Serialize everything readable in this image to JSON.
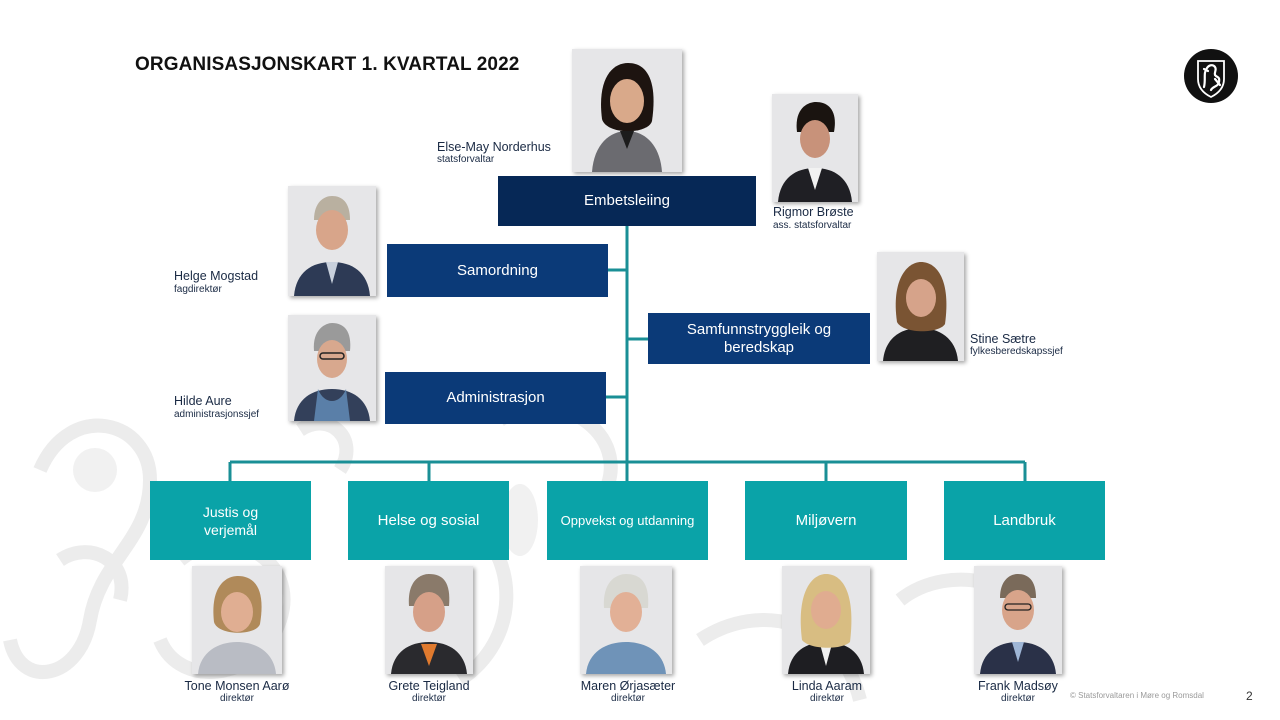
{
  "title": "ORGANISASJONSKART 1. KVARTAL 2022",
  "top": {
    "box": "Embetsleiing",
    "leader": {
      "name": "Else-May Norderhus",
      "role": "statsforvaltar"
    },
    "assistant": {
      "name": "Rigmor Brøste",
      "role": "ass. statsforvaltar"
    }
  },
  "staff": [
    {
      "box": "Samordning",
      "name": "Helge Mogstad",
      "role": "fagdirektør"
    },
    {
      "box": "Samfunnstryggleik og beredskap",
      "name": "Stine Sætre",
      "role": "fylkesberedskapssjef"
    },
    {
      "box": "Administrasjon",
      "name": "Hilde Aure",
      "role": "administrasjonssjef"
    }
  ],
  "departments": [
    {
      "box": "Justis og verjemål",
      "name": "Tone Monsen Aarø",
      "role": "direktør"
    },
    {
      "box": "Helse og sosial",
      "name": "Grete Teigland",
      "role": "direktør"
    },
    {
      "box": "Oppvekst og utdanning",
      "name": "Maren Ørjasæter",
      "role": "direktør"
    },
    {
      "box": "Miljøvern",
      "name": "Linda Aaram",
      "role": "direktør"
    },
    {
      "box": "Landbruk",
      "name": "Frank Madsøy",
      "role": "direktør"
    }
  ],
  "footer": "© Statsforvaltaren i Møre og Romsdal",
  "page_number": "2",
  "colors": {
    "dark_navy": "#062856",
    "navy": "#0b3a78",
    "teal": "#0aa3a8",
    "connector": "#1a8f96"
  },
  "icons": {
    "logo": "norwegian-lion-coat-of-arms-icon"
  }
}
